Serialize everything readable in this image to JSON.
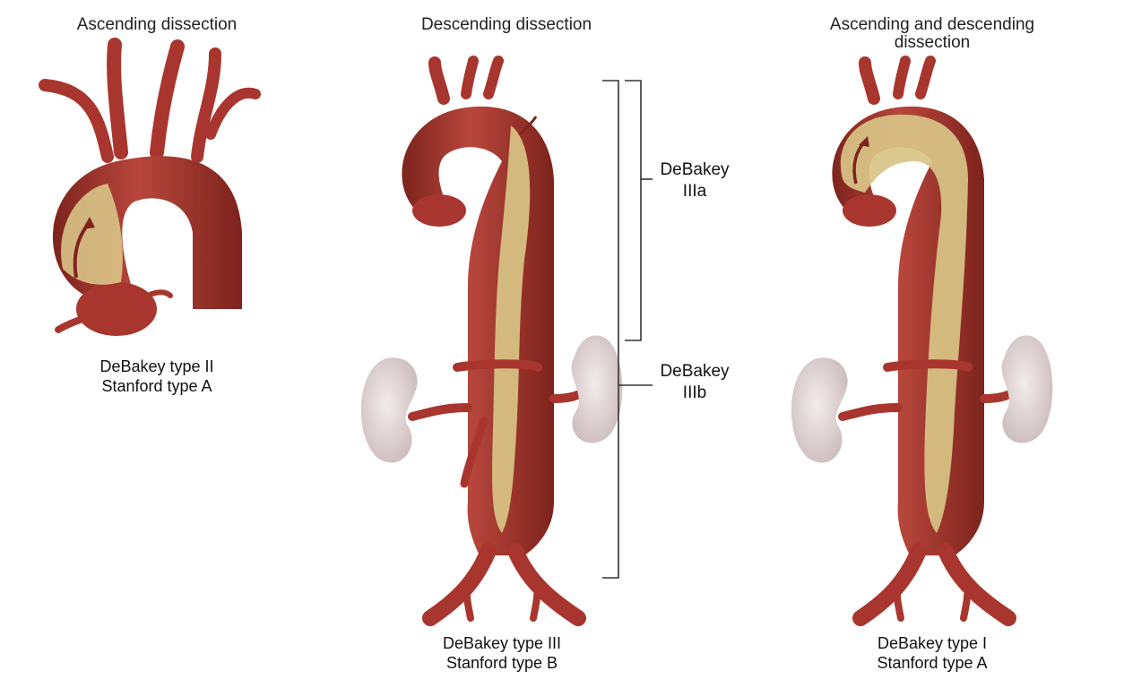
{
  "panels": [
    {
      "title": "Ascending dissection",
      "caption_line1": "DeBakey type II",
      "caption_line2": "Stanford type A"
    },
    {
      "title": "Descending dissection",
      "caption_line1": "DeBakey type III",
      "caption_line2": "Stanford type B"
    },
    {
      "title_line1": "Ascending and descending",
      "title_line2": "dissection",
      "caption_line1": "DeBakey type I",
      "caption_line2": "Stanford type A"
    }
  ],
  "brackets": {
    "upper_line1": "DeBakey",
    "upper_line2": "IIIa",
    "lower_line1": "DeBakey",
    "lower_line2": "IIIb"
  },
  "colors": {
    "vessel": "#a8362e",
    "vessel_dark": "#7d231d",
    "vessel_light": "#c8564a",
    "false_lumen": "#d9c487",
    "kidney": "#e7dcdc",
    "bracket": "#333333"
  }
}
